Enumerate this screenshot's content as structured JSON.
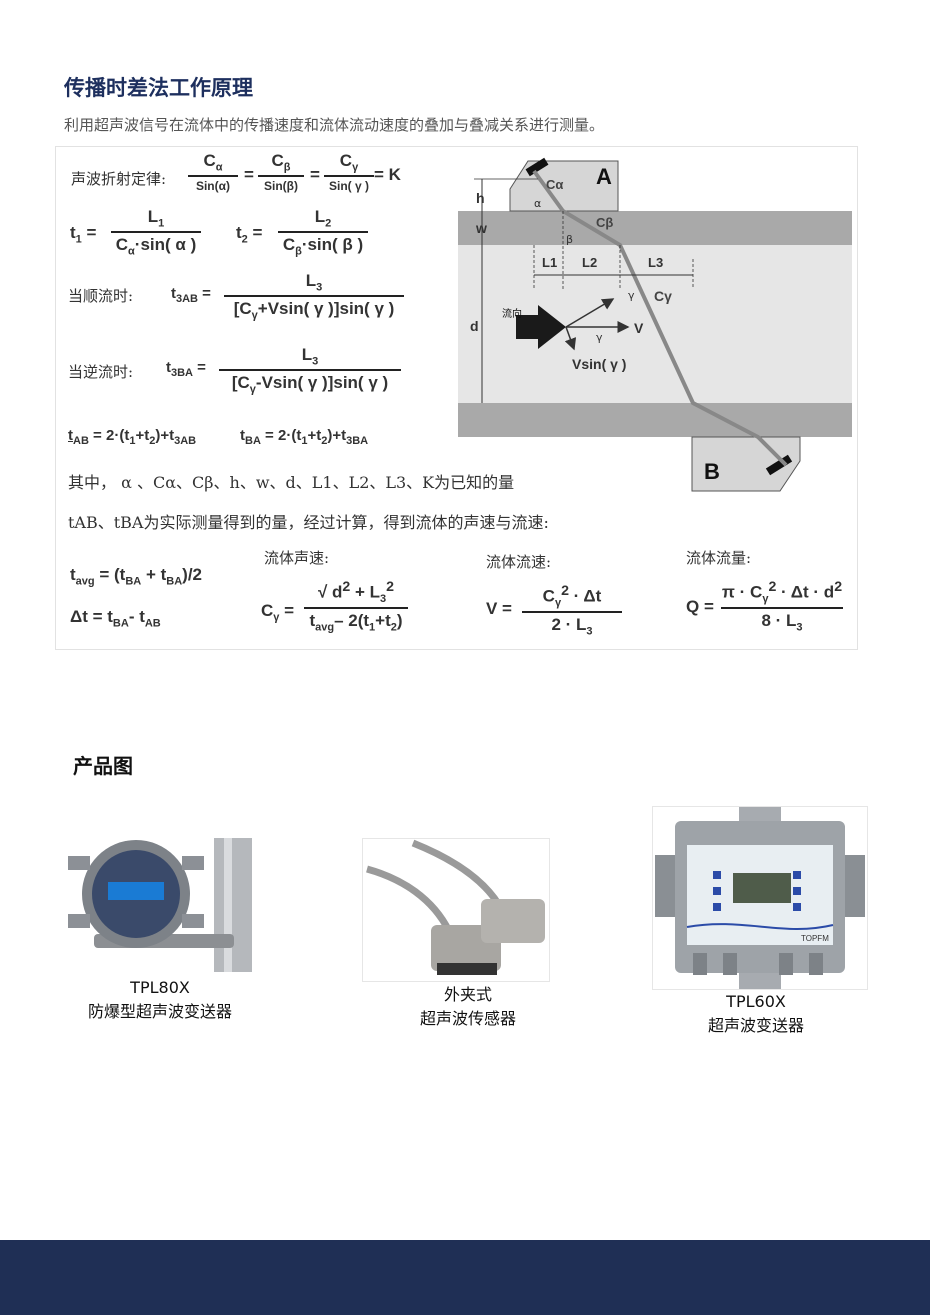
{
  "header": {
    "title": "传播时差法工作原理",
    "subtitle": "利用超声波信号在流体中的传播速度和流体流动速度的叠加与叠减关系进行测量。"
  },
  "formulas": {
    "refraction_label": "声波折射定律:",
    "refraction_end": "= K",
    "downstream_label": "当顺流时:",
    "upstream_label": "当逆流时:",
    "known_text": "其中， α 、Cα、Cβ、h、w、d、L1、L2、L3、K为已知的量",
    "measured_text": "tAB、tBA为实际测量得到的量，经过计算，得到流体的声速与流速:",
    "sound_speed_label": "流体声速:",
    "flow_speed_label": "流体流速:",
    "flow_rate_label": "流体流量:"
  },
  "diagram": {
    "sensor_a": "A",
    "sensor_b": "B",
    "flow_direction": "流向",
    "labels": [
      "h",
      "w",
      "d",
      "L1",
      "L2",
      "L3",
      "Cα",
      "Cβ",
      "Cγ",
      "V",
      "Vsin( γ )",
      "α",
      "β",
      "γ"
    ]
  },
  "products": {
    "section_title": "产品图",
    "items": [
      {
        "model": "TPL80X",
        "name": "防爆型超声波变送器"
      },
      {
        "model": "外夹式",
        "name": "超声波传感器"
      },
      {
        "model": "TPL60X",
        "name": "超声波变送器"
      }
    ],
    "panel_brand": "TOPFM"
  },
  "colors": {
    "title": "#1d2f5e",
    "footer": "#1f2f55",
    "pipe_wall": "#a9a9a9",
    "pipe_fluid": "#e6e6e6"
  }
}
